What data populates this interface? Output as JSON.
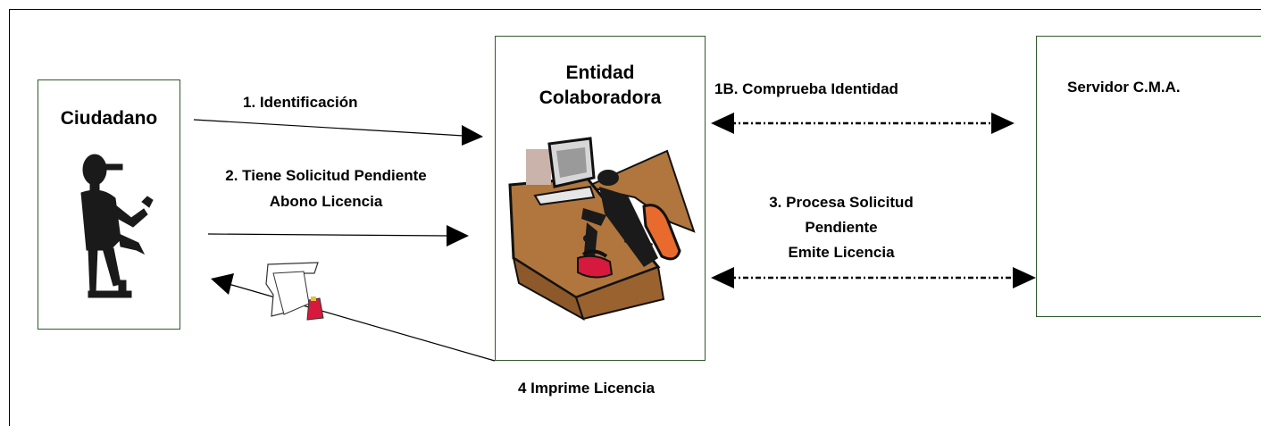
{
  "nodes": {
    "ciudadano": {
      "label": "Ciudadano"
    },
    "entidad": {
      "line1": "Entidad",
      "line2": "Colaboradora"
    },
    "servidor": {
      "label": "Servidor C.M.A."
    }
  },
  "edges": {
    "identificacion": "1. Identificación",
    "solicitud_line1": "2. Tiene Solicitud Pendiente",
    "solicitud_line2": "Abono Licencia",
    "comprueba": "1B. Comprueba Identidad",
    "procesa_line1": "3. Procesa Solicitud",
    "procesa_line2": "Pendiente",
    "procesa_line3": "Emite Licencia",
    "imprime": "4 Imprime Licencia"
  },
  "colors": {
    "box_border": "#2f5a2a",
    "desk": "#b0763d",
    "chair": "#e86a2c",
    "phone": "#d6193c",
    "figure": "#1a1a1a"
  }
}
